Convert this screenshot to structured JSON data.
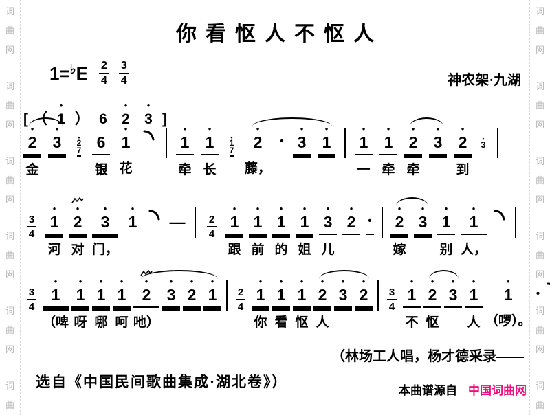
{
  "title": "你看怄人不怄人",
  "header": {
    "key_prefix": "1=",
    "flat": "♭",
    "key_letter": "E",
    "time_signatures": [
      {
        "num": "2",
        "den": "4"
      },
      {
        "num": "3",
        "den": "4"
      }
    ],
    "region": "神农架·九湖"
  },
  "watermark": {
    "chars": [
      "词",
      "曲",
      "网"
    ],
    "repeats": 6
  },
  "intro": {
    "tokens": [
      {
        "k": "txt",
        "t": "["
      },
      {
        "k": "txt",
        "t": "（"
      },
      {
        "k": "n",
        "t": "1",
        "o": 1,
        "u": 0
      },
      {
        "k": "txt",
        "t": "）"
      },
      {
        "k": "n",
        "t": "6",
        "o": 0,
        "u": 0
      },
      {
        "k": "n",
        "t": "2",
        "o": 1,
        "u": 0
      },
      {
        "k": "n",
        "t": "3",
        "o": 1,
        "u": 0
      },
      {
        "k": "txt",
        "t": "]"
      }
    ]
  },
  "music": {
    "lines": [
      {
        "tokens": [
          {
            "k": "n",
            "t": "2",
            "o": 1,
            "u": 2,
            "ly": "金"
          },
          {
            "k": "n",
            "t": "3",
            "o": 1,
            "u": 2
          },
          {
            "k": "g",
            "ns": [
              {
                "t": "2",
                "o": 1
              },
              {
                "t": "7",
                "o": 0
              }
            ]
          },
          {
            "k": "n",
            "t": "6",
            "o": 0,
            "u": 1,
            "ly": "银"
          },
          {
            "k": "n",
            "t": "1",
            "o": 1,
            "u": 0,
            "ly": "花"
          },
          {
            "k": "slide"
          },
          {
            "k": "bar"
          },
          {
            "k": "n",
            "t": "1",
            "o": 1,
            "u": 1,
            "ly": "牵"
          },
          {
            "k": "n",
            "t": "1",
            "o": 1,
            "u": 1,
            "ly": "长"
          },
          {
            "k": "g",
            "ns": [
              {
                "t": "1",
                "o": 1
              },
              {
                "t": "7",
                "o": 0
              }
            ]
          },
          {
            "k": "n",
            "t": "2",
            "o": 1,
            "u": 0,
            "ly": "藤，"
          },
          {
            "k": "aug",
            "u": 0
          },
          {
            "k": "n",
            "t": "3",
            "o": 1,
            "u": 2
          },
          {
            "k": "n",
            "t": "1",
            "o": 1,
            "u": 2
          },
          {
            "k": "bar"
          },
          {
            "k": "n",
            "t": "1",
            "o": 1,
            "u": 1,
            "ly": "一"
          },
          {
            "k": "n",
            "t": "1",
            "o": 1,
            "u": 1,
            "ly": "牵"
          },
          {
            "k": "n",
            "t": "2",
            "o": 1,
            "u": 2,
            "ly": "牵"
          },
          {
            "k": "n",
            "t": "3",
            "o": 1,
            "u": 2
          },
          {
            "k": "n",
            "t": "2",
            "o": 1,
            "u": 2,
            "ly": "到"
          },
          {
            "k": "ga",
            "t": "3",
            "o": 1
          },
          {
            "k": "bar"
          }
        ],
        "slurs": [
          {
            "from": 0,
            "to": 1
          },
          {
            "from": 10,
            "to": 13
          },
          {
            "from": 17,
            "to": 18
          }
        ]
      },
      {
        "tokens": [
          {
            "k": "ts",
            "n": "3",
            "d": "4"
          },
          {
            "k": "n",
            "t": "1",
            "o": 1,
            "u": 2,
            "ly": "河"
          },
          {
            "k": "n",
            "t": "2",
            "o": 1,
            "u": 2,
            "m": 1,
            "ly": "对"
          },
          {
            "k": "n",
            "t": "3",
            "o": 1,
            "u": 2,
            "ly": "门，"
          },
          {
            "k": "n",
            "t": "1",
            "o": 1,
            "u": 0
          },
          {
            "k": "slide"
          },
          {
            "k": "dash"
          },
          {
            "k": "bar"
          },
          {
            "k": "ts",
            "n": "2",
            "d": "4"
          },
          {
            "k": "n",
            "t": "1",
            "o": 1,
            "u": 2,
            "ly": "跟"
          },
          {
            "k": "n",
            "t": "1",
            "o": 1,
            "u": 2,
            "ly": "前"
          },
          {
            "k": "n",
            "t": "1",
            "o": 1,
            "u": 2,
            "ly": "的"
          },
          {
            "k": "n",
            "t": "1",
            "o": 1,
            "u": 2,
            "ly": "姐"
          },
          {
            "k": "n",
            "t": "3",
            "o": 1,
            "u": 1,
            "ly": "儿"
          },
          {
            "k": "n",
            "t": "2",
            "o": 1,
            "u": 1
          },
          {
            "k": "aug",
            "u": 1
          },
          {
            "k": "bar"
          },
          {
            "k": "n",
            "t": "2",
            "o": 1,
            "u": 2,
            "ly": "嫁"
          },
          {
            "k": "n",
            "t": "3",
            "o": 1,
            "u": 2
          },
          {
            "k": "n",
            "t": "1",
            "o": 1,
            "u": 1,
            "ly": "别"
          },
          {
            "k": "n",
            "t": "1",
            "o": 1,
            "u": 1,
            "ly": "人，"
          },
          {
            "k": "slide"
          },
          {
            "k": "bar"
          }
        ],
        "slurs": [
          {
            "from": 17,
            "to": 18
          }
        ]
      },
      {
        "tokens": [
          {
            "k": "ts",
            "n": "3",
            "d": "4"
          },
          {
            "k": "n",
            "t": "1",
            "o": 1,
            "u": 2,
            "ly": "（啤"
          },
          {
            "k": "n",
            "t": "1",
            "o": 1,
            "u": 2,
            "ly": "呀"
          },
          {
            "k": "n",
            "t": "1",
            "o": 1,
            "u": 2,
            "ly": "哪"
          },
          {
            "k": "n",
            "t": "1",
            "o": 1,
            "u": 2,
            "ly": "呵"
          },
          {
            "k": "n",
            "t": "2",
            "o": 1,
            "u": 1,
            "m": 1,
            "ly": "吔）"
          },
          {
            "k": "n",
            "t": "3",
            "o": 1,
            "u": 2
          },
          {
            "k": "n",
            "t": "2",
            "o": 1,
            "u": 2
          },
          {
            "k": "n",
            "t": "1",
            "o": 1,
            "u": 2
          },
          {
            "k": "bar"
          },
          {
            "k": "ts",
            "n": "2",
            "d": "4"
          },
          {
            "k": "n",
            "t": "1",
            "o": 1,
            "u": 2,
            "ly": "你"
          },
          {
            "k": "n",
            "t": "1",
            "o": 1,
            "u": 2,
            "ly": "看"
          },
          {
            "k": "n",
            "t": "1",
            "o": 1,
            "u": 2,
            "ly": "怄"
          },
          {
            "k": "n",
            "t": "2",
            "o": 1,
            "u": 2,
            "ly": "人"
          },
          {
            "k": "n",
            "t": "3",
            "o": 1,
            "u": 2
          },
          {
            "k": "n",
            "t": "2",
            "o": 1,
            "u": 2
          },
          {
            "k": "bar"
          },
          {
            "k": "ts",
            "n": "3",
            "d": "4"
          },
          {
            "k": "n",
            "t": "1",
            "o": 1,
            "u": 1,
            "ly": "不"
          },
          {
            "k": "n",
            "t": "2",
            "o": 1,
            "u": 1,
            "ly": "怄"
          },
          {
            "k": "n",
            "t": "3",
            "o": 1,
            "u": 1
          },
          {
            "k": "n",
            "t": "1",
            "o": 1,
            "u": 1,
            "ly": "人"
          },
          {
            "k": "n",
            "t": "1",
            "o": 1,
            "u": 0,
            "ly": "（啰）。"
          },
          {
            "k": "aug",
            "u": 0
          },
          {
            "k": "slide"
          },
          {
            "k": "end"
          }
        ],
        "slurs": [
          {
            "from": 5,
            "to": 8
          },
          {
            "from": 14,
            "to": 16
          },
          {
            "from": 20,
            "to": 21
          }
        ]
      }
    ]
  },
  "credits": {
    "collector_line": "（林场工人唱，杨才德采录——",
    "source_line": "选自《中国民间歌曲集成·湖北卷》）"
  },
  "footer": {
    "label": "本曲谱源自",
    "site": "中国词曲网",
    "site_color": "#ee0e7f"
  }
}
